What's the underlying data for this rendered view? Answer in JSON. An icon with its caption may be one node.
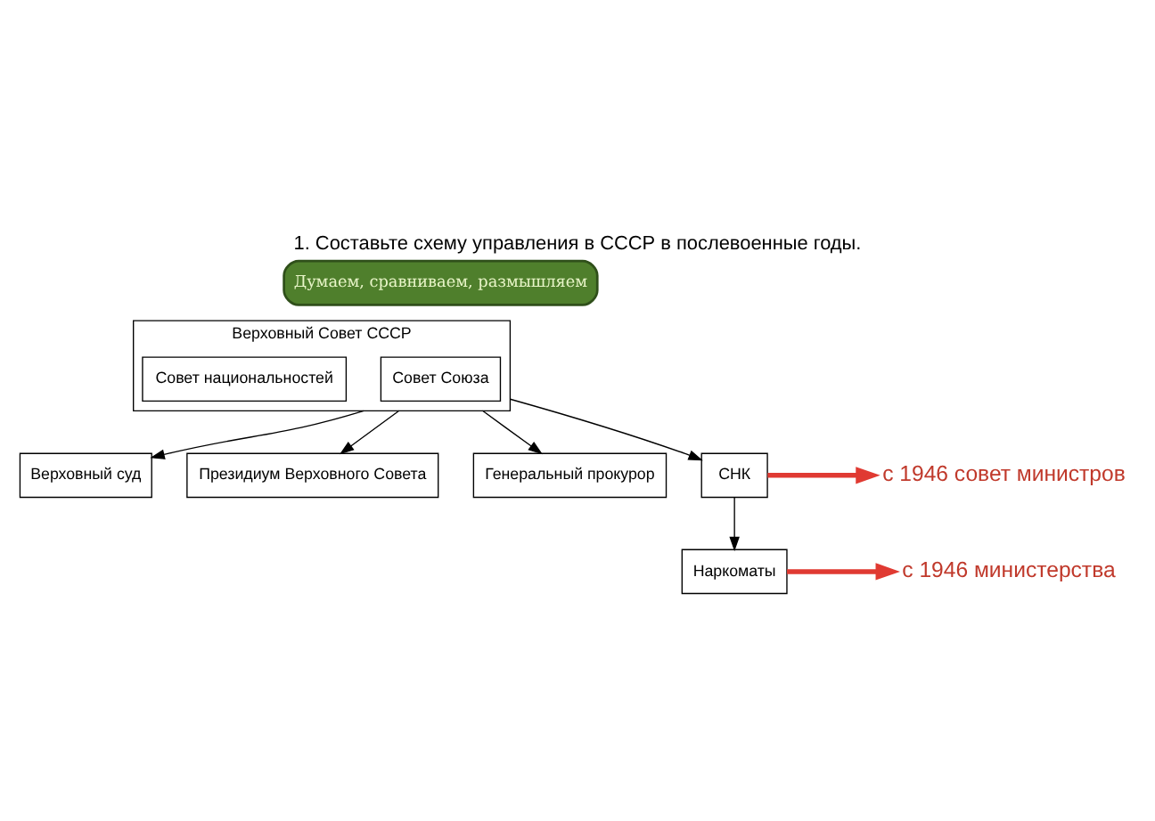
{
  "diagram": {
    "title": "1. Составьте схему управления в СССР в послевоенные годы.",
    "nodes": [
      {
        "text": [
          "Думаем, сравниваем, размышляем"
        ]
      },
      {
        "text": [
          "Верховный Совет СССР"
        ]
      },
      {
        "text": [
          "Совет Союза"
        ],
        "in": 1
      },
      {
        "text": [
          "Совет национальностей"
        ],
        "in": 1
      },
      {
        "text": [
          "Верховный суд"
        ]
      },
      {
        "text": [
          "Президиум Верховного Совета"
        ]
      },
      {
        "text": [
          "Генеральный прокурор"
        ]
      },
      {
        "text": [
          "СНК"
        ]
      },
      {
        "text": [
          "Наркоматы"
        ]
      },
      {
        "text": [
          "с 1946 совет министров"
        ]
      },
      {
        "text": [
          "с 1946 министерства"
        ]
      }
    ],
    "edges": [
      {
        "from": 1,
        "to": 4,
        "arrow": "to"
      },
      {
        "from": 1,
        "to": 5,
        "arrow": "to"
      },
      {
        "from": 1,
        "to": 6,
        "arrow": "to"
      },
      {
        "from": 1,
        "to": 7,
        "arrow": "to"
      },
      {
        "from": 7,
        "to": 8,
        "arrow": "to"
      },
      {
        "from": 7,
        "to": 9,
        "arrow": "to",
        "style": "thick",
        "color": "#e03a32"
      },
      {
        "from": 8,
        "to": 10,
        "arrow": "to",
        "style": "thick",
        "color": "#e03a32"
      }
    ]
  }
}
